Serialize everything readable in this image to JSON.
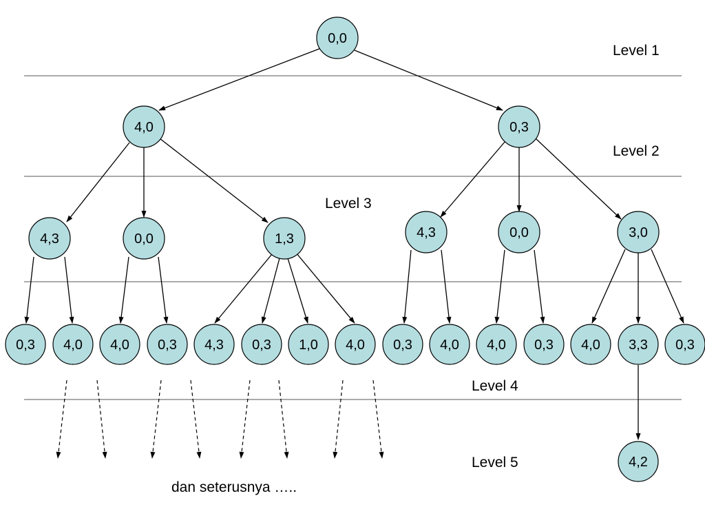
{
  "levels": [
    "Level 1",
    "Level 2",
    "Level 3",
    "Level 4",
    "Level 5"
  ],
  "footer_text": "dan seterusnya …..",
  "nodes": {
    "root": "0,0",
    "l2": [
      "4,0",
      "0,3"
    ],
    "l3": [
      "4,3",
      "0,0",
      "1,3",
      "4,3",
      "0,0",
      "3,0"
    ],
    "l4": [
      "0,3",
      "4,0",
      "4,0",
      "0,3",
      "4,3",
      "0,3",
      "1,0",
      "4,0",
      "0,3",
      "4,0",
      "4,0",
      "0,3",
      "4,0",
      "3,3",
      "0,3"
    ],
    "l5": [
      "4,2"
    ]
  },
  "colors": {
    "node_fill": "#b4dde0"
  }
}
